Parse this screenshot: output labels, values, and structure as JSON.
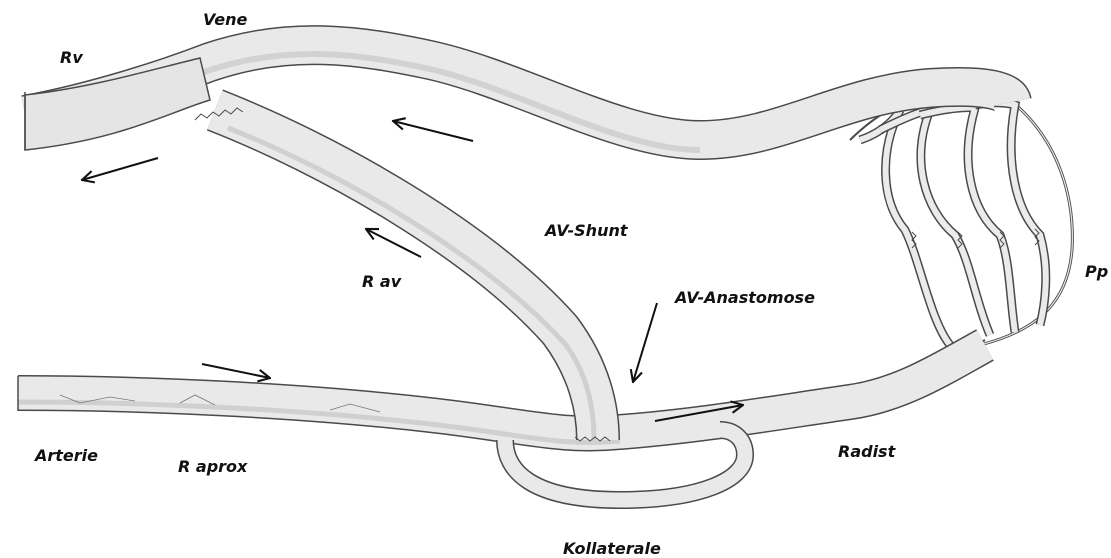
{
  "labels": {
    "vene": "Vene",
    "rv": "Rv",
    "av_shunt": "AV-Shunt",
    "r_av": "R av",
    "av_anastomose": "AV-Anastomose",
    "pp": "Pp",
    "arterie": "Arterie",
    "r_aprox": "R aprox",
    "radist": "Radist",
    "kollaterale": "Kollaterale"
  },
  "colors": {
    "vessel_fill": "#e9e9e9",
    "vessel_outline": "#4a4a4a",
    "shade": "#cfcfcf",
    "arrow": "#111111",
    "text": "#111111"
  }
}
